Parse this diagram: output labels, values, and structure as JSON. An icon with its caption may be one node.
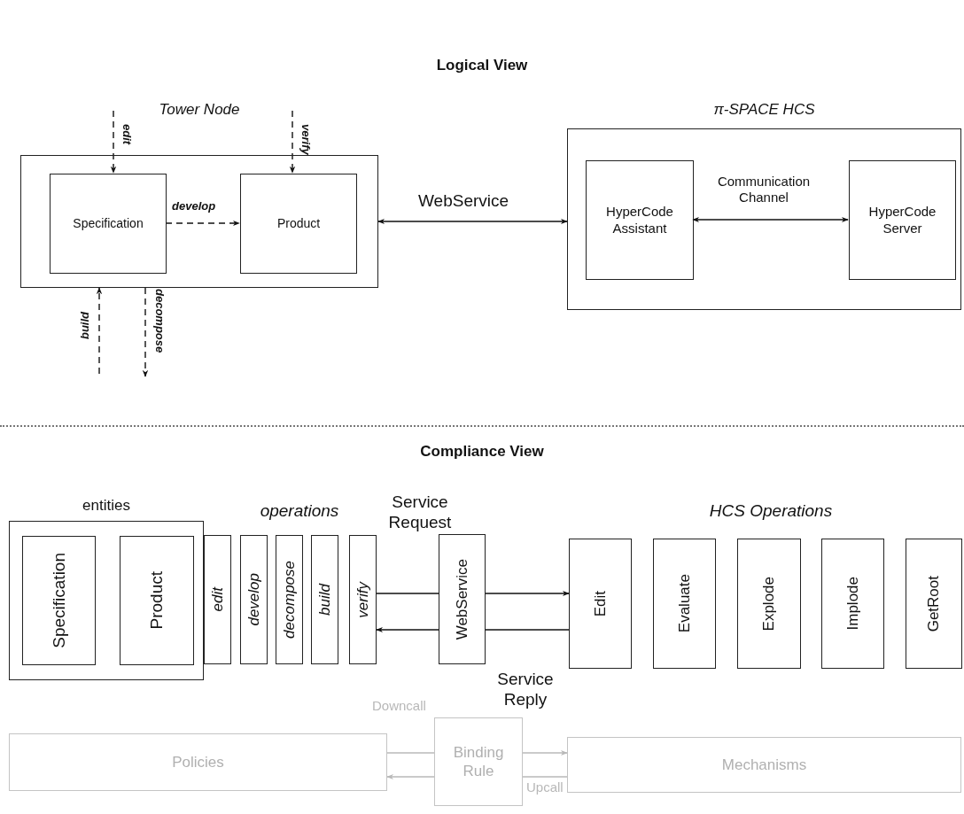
{
  "diagram": {
    "title": "Logical View",
    "nodes": [
      {
        "text": [
          "Tower Node"
        ]
      },
      {
        "text": [
          "Specification"
        ],
        "in": 0
      },
      {
        "text": [
          "Product"
        ],
        "in": 0
      },
      {
        "text": [
          "π-SPACE HCS"
        ]
      },
      {
        "text": [
          "HyperCode Assistant"
        ],
        "in": 3
      },
      {
        "text": [
          "HyperCode Server"
        ],
        "in": 3
      },
      {
        "text": [
          "entities"
        ]
      },
      {
        "text": [
          "Specification"
        ],
        "in": 6
      },
      {
        "text": [
          "Product"
        ],
        "in": 6
      },
      {
        "text": [
          "edit"
        ]
      },
      {
        "text": [
          "develop"
        ]
      },
      {
        "text": [
          "decompose"
        ]
      },
      {
        "text": [
          "build"
        ]
      },
      {
        "text": [
          "verify"
        ]
      },
      {
        "text": [
          "WebService"
        ]
      },
      {
        "text": [
          "Edit"
        ]
      },
      {
        "text": [
          "Evaluate"
        ]
      },
      {
        "text": [
          "Explode"
        ]
      },
      {
        "text": [
          "Implode"
        ]
      },
      {
        "text": [
          "GetRoot"
        ]
      },
      {
        "text": [
          "Policies"
        ]
      },
      {
        "text": [
          "Binding Rule"
        ]
      },
      {
        "text": [
          "Mechanisms"
        ]
      }
    ],
    "edges": [
      {
        "from": null,
        "to": 1,
        "arrow": "to",
        "label": "edit",
        "style": "dashed"
      },
      {
        "from": null,
        "to": 2,
        "arrow": "to",
        "label": "verify",
        "style": "dashed"
      },
      {
        "from": 1,
        "to": 2,
        "arrow": "to",
        "label": "develop",
        "style": "dashed"
      },
      {
        "from": null,
        "to": 0,
        "arrow": "to",
        "label": "build",
        "style": "dashed"
      },
      {
        "from": 0,
        "to": null,
        "arrow": "to",
        "label": "decompose",
        "style": "dashed"
      },
      {
        "from": 0,
        "to": 3,
        "arrow": "both",
        "label": "WebService"
      },
      {
        "from": 4,
        "to": 5,
        "arrow": "both",
        "label": "Communication Channel"
      },
      {
        "from": 13,
        "to": 14,
        "arrow": "none",
        "label": "Service Request"
      },
      {
        "from": 14,
        "to": 15,
        "arrow": "to"
      },
      {
        "from": 15,
        "to": 14,
        "arrow": "none"
      },
      {
        "from": 14,
        "to": 13,
        "arrow": "to",
        "label": "Service Reply"
      },
      {
        "from": 20,
        "to": 21,
        "arrow": "none",
        "label": "Downcall",
        "color": "#b8b8b8"
      },
      {
        "from": 21,
        "to": 22,
        "arrow": "to",
        "color": "#b8b8b8"
      },
      {
        "from": 22,
        "to": 21,
        "arrow": "none",
        "label": "Upcall",
        "color": "#b8b8b8"
      },
      {
        "from": 21,
        "to": 20,
        "arrow": "to",
        "color": "#b8b8b8"
      }
    ],
    "labels": [
      "Compliance View",
      "operations",
      "HCS Operations"
    ]
  }
}
